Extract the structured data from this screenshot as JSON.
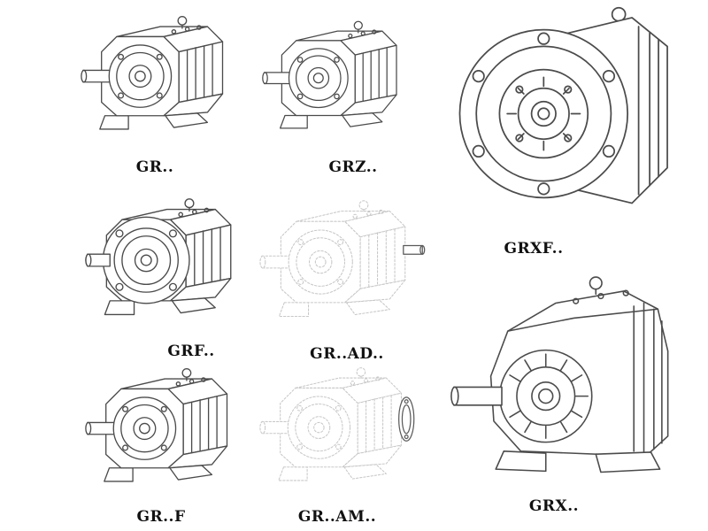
{
  "figures": [
    {
      "id": "gr",
      "label": "GR..",
      "style": "solid"
    },
    {
      "id": "grz",
      "label": "GRZ..",
      "style": "solid"
    },
    {
      "id": "grxf",
      "label": "GRXF..",
      "style": "solid"
    },
    {
      "id": "grf",
      "label": "GRF..",
      "style": "solid"
    },
    {
      "id": "gr-ad",
      "label": "GR..AD..",
      "style": "ghost"
    },
    {
      "id": "gr-f",
      "label": "GR..F",
      "style": "solid"
    },
    {
      "id": "gr-am",
      "label": "GR..AM..",
      "style": "ghost"
    },
    {
      "id": "grx",
      "label": "GRX..",
      "style": "solid"
    }
  ],
  "colors": {
    "background": "#ffffff",
    "line": "#4b4b4b",
    "ghost_line": "#c8c8c8",
    "label": "#111111"
  }
}
